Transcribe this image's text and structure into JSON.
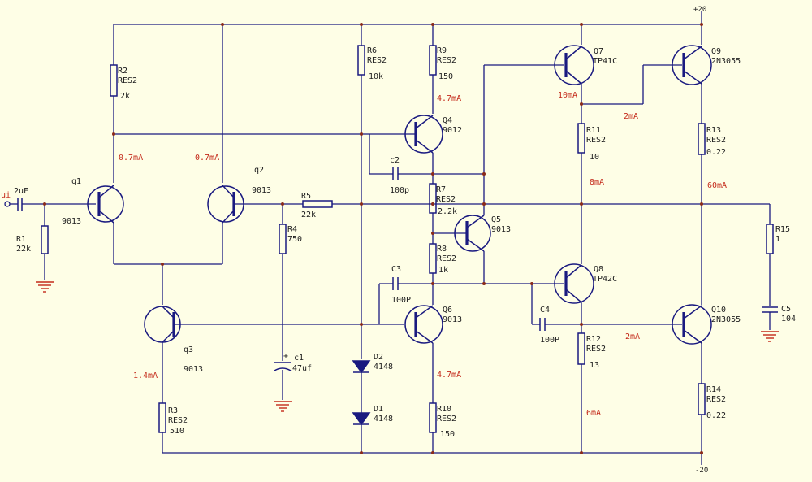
{
  "rails": {
    "positive": "+20",
    "negative": "-20"
  },
  "input": {
    "label": "ui",
    "cap": "2uF"
  },
  "components": {
    "r1": {
      "ref": "R1",
      "value": "22k"
    },
    "r2": {
      "ref": "R2",
      "type": "RES2",
      "value": "2k"
    },
    "r3": {
      "ref": "R3",
      "type": "RES2",
      "value": "510"
    },
    "r4": {
      "ref": "R4",
      "value": "750"
    },
    "r5": {
      "ref": "R5",
      "value": "22k"
    },
    "r6": {
      "ref": "R6",
      "type": "RES2",
      "value": "10k"
    },
    "r7": {
      "ref": "R7",
      "type": "RES2",
      "value": "2.2k"
    },
    "r8": {
      "ref": "R8",
      "type": "RES2",
      "value": "1k"
    },
    "r9": {
      "ref": "R9",
      "type": "RES2",
      "value": "150"
    },
    "r10": {
      "ref": "R10",
      "type": "RES2",
      "value": "150"
    },
    "r11": {
      "ref": "R11",
      "type": "RES2",
      "value": "10"
    },
    "r12": {
      "ref": "R12",
      "type": "RES2",
      "value": "13"
    },
    "r13": {
      "ref": "R13",
      "type": "RES2",
      "value": "0.22"
    },
    "r14": {
      "ref": "R14",
      "type": "RES2",
      "value": "0.22"
    },
    "r15": {
      "ref": "R15",
      "value": "1"
    },
    "c1": {
      "ref": "c1",
      "value": "47uf",
      "polarity": "+"
    },
    "c2": {
      "ref": "c2",
      "value": "100p"
    },
    "c3": {
      "ref": "C3",
      "value": "100P"
    },
    "c4": {
      "ref": "C4",
      "value": "100P"
    },
    "c5": {
      "ref": "C5",
      "value": "104"
    },
    "d1": {
      "ref": "D1",
      "value": "4148"
    },
    "d2": {
      "ref": "D2",
      "value": "4148"
    },
    "q1": {
      "ref": "q1",
      "value": "9013"
    },
    "q2": {
      "ref": "q2",
      "value": "9013"
    },
    "q3": {
      "ref": "q3",
      "value": "9013"
    },
    "q4": {
      "ref": "Q4",
      "value": "9012"
    },
    "q5": {
      "ref": "Q5",
      "value": "9013"
    },
    "q6": {
      "ref": "Q6",
      "value": "9013"
    },
    "q7": {
      "ref": "Q7",
      "value": "TP41C"
    },
    "q8": {
      "ref": "Q8",
      "value": "TP42C"
    },
    "q9": {
      "ref": "Q9",
      "value": "2N3055"
    },
    "q10": {
      "ref": "Q10",
      "value": "2N3055"
    }
  },
  "currents": {
    "q1": "0.7mA",
    "q2": "0.7mA",
    "q3": "1.4mA",
    "r9": "4.7mA",
    "r10": "4.7mA",
    "q7": "10mA",
    "q9": "2mA",
    "r11": "8mA",
    "r13": "60mA",
    "q10": "2mA",
    "r12": "6mA"
  },
  "colors": {
    "background": "#fefee6",
    "wire": "#1a1a80",
    "current": "#c42a1a",
    "ground": "#c42a1a"
  }
}
